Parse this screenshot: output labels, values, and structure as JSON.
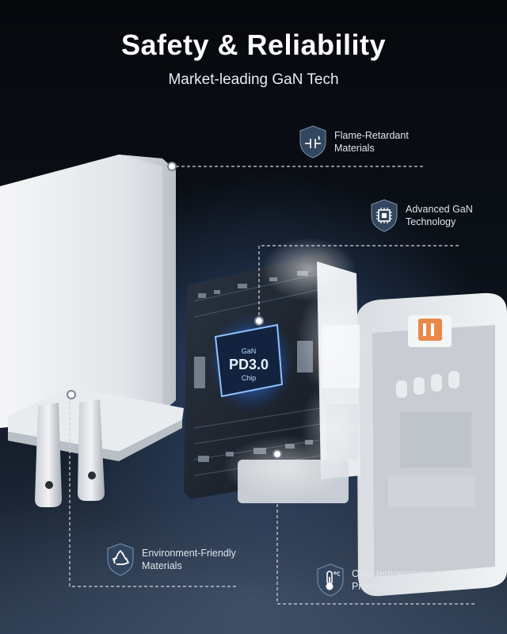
{
  "header": {
    "title": "Safety & Reliability",
    "subtitle": "Market-leading GaN Tech"
  },
  "chip": {
    "line1": "GaN",
    "line2": "PD3.0",
    "line3": "Chip"
  },
  "features": [
    {
      "line1": "Flame-Retardant",
      "line2": "Materials",
      "icon": "flame-retardant-icon"
    },
    {
      "line1": "Advanced GaN",
      "line2": "Technology",
      "icon": "chip-icon"
    },
    {
      "line1": "Environment-Friendly",
      "line2": "Materials",
      "icon": "recycle-icon"
    },
    {
      "line1": "Over-temperature",
      "line2": "Protection",
      "icon": "thermometer-icon"
    }
  ],
  "colors": {
    "badge": "#33465f",
    "chip_glow": "#3b7cff",
    "usb_accent": "#e8742a"
  }
}
